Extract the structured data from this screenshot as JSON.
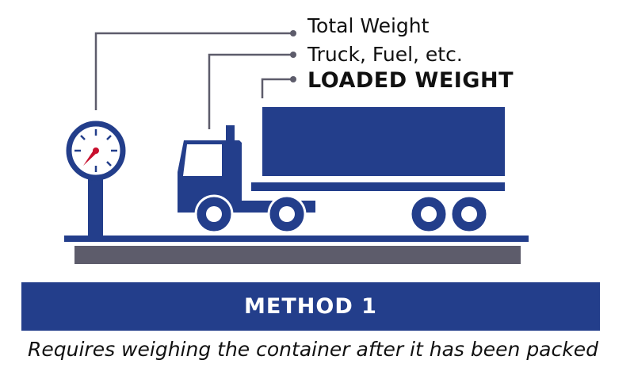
{
  "labels": {
    "total_weight": "Total Weight",
    "truck_fuel": "Truck, Fuel, etc.",
    "loaded_weight": "LOADED WEIGHT"
  },
  "method": {
    "title": "METHOD 1",
    "caption": "Requires weighing the container after it has been packed"
  },
  "colors": {
    "primary": "#233e8b",
    "platform": "#5d5c6b",
    "needle": "#c8102e",
    "leader": "#5d5c6b"
  }
}
